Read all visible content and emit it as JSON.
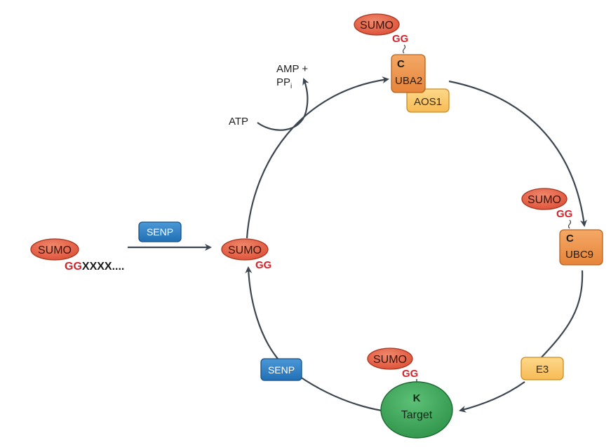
{
  "labels": {
    "sumo": "SUMO",
    "gg": "GG",
    "precursor_tail": "XXXX....",
    "senp": "SENP",
    "amp": "AMP +",
    "pp": "PP",
    "pp_sub": "i",
    "atp": "ATP",
    "cys": "C",
    "uba2": "UBA2",
    "aos1": "AOS1",
    "ubc9": "UBC9",
    "e3": "E3",
    "lys": "K",
    "target": "Target"
  },
  "colors": {
    "sumo_fill": "#e5634a",
    "sumo_stroke": "#a8351f",
    "gg_red": "#d8202a",
    "senp_fill": "#2f7fc5",
    "senp_stroke": "#1a4f82",
    "uba2_fill": "#ee9549",
    "ubc9_fill": "#ee9549",
    "orange_stroke": "#b8631e",
    "aos1_fill": "#fbc870",
    "e3_fill": "#fbc870",
    "yellow_stroke": "#c98d24",
    "target_fill": "#3ea85a",
    "target_stroke": "#1d6a32",
    "arrow": "#3c4650"
  }
}
